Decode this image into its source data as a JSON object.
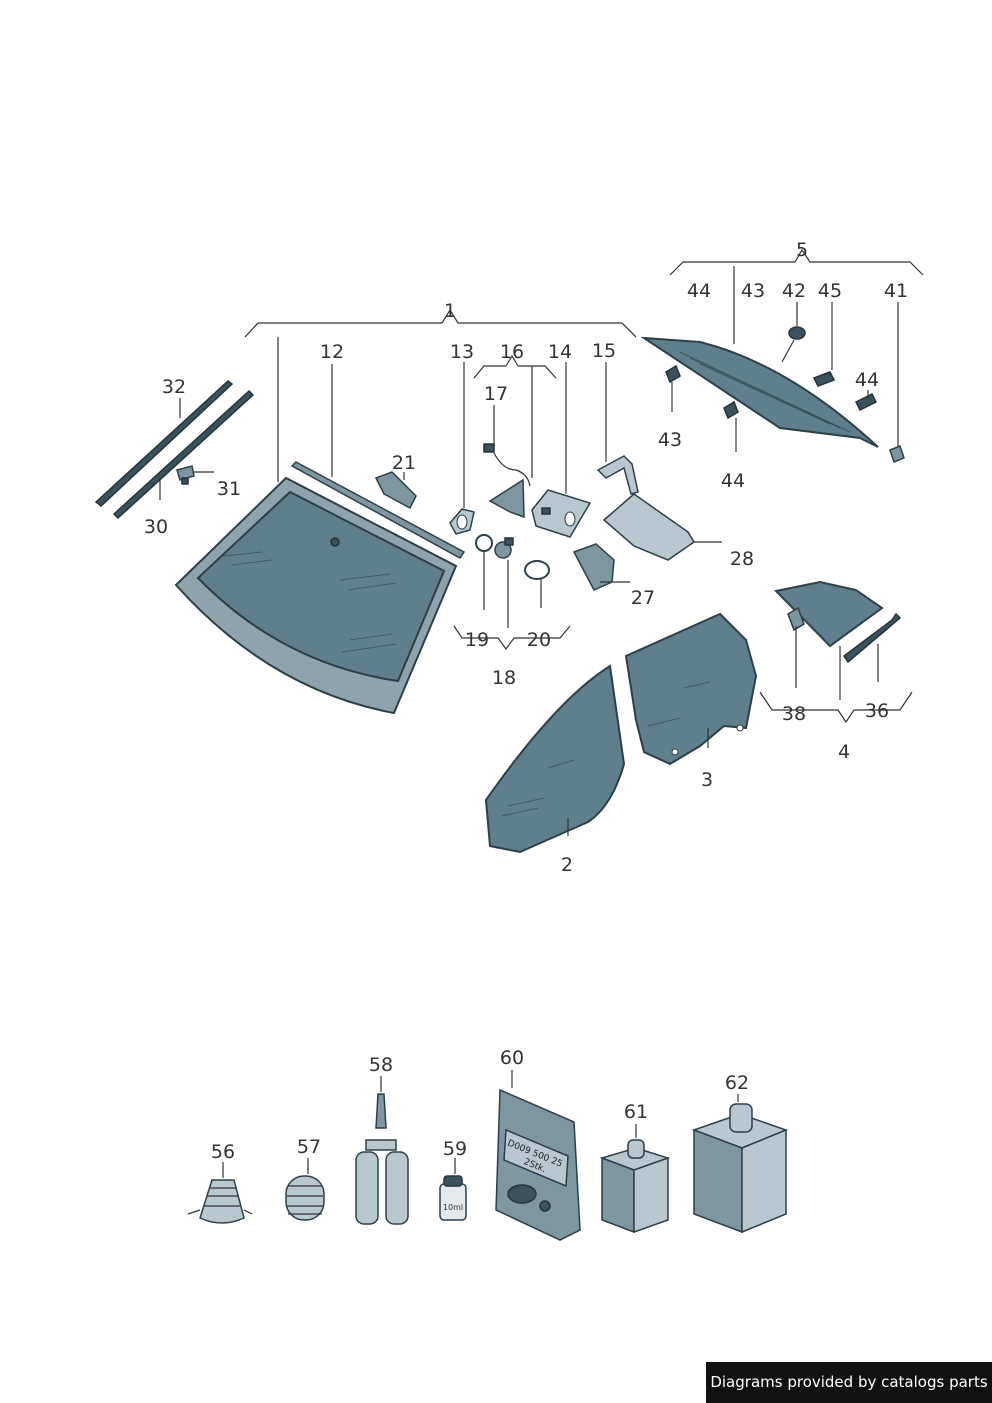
{
  "labels": {
    "l1": "1",
    "l2": "2",
    "l3": "3",
    "l4": "4",
    "l5": "5",
    "l12": "12",
    "l13": "13",
    "l14": "14",
    "l15": "15",
    "l16": "16",
    "l17": "17",
    "l18": "18",
    "l19": "19",
    "l20": "20",
    "l21": "21",
    "l27": "27",
    "l28": "28",
    "l30": "30",
    "l31": "31",
    "l32": "32",
    "l36": "36",
    "l38": "38",
    "l41": "41",
    "l42": "42",
    "l43a": "43",
    "l43b": "43",
    "l44a": "44",
    "l44b": "44",
    "l44c": "44",
    "l45": "45",
    "l56": "56",
    "l57": "57",
    "l58": "58",
    "l59": "59",
    "l60": "60",
    "l61": "61",
    "l62": "62"
  },
  "part_texts": {
    "bottle_volume": "10ml",
    "bag_line1": "D009 500 25",
    "bag_line2": "2Stk."
  },
  "footer": {
    "credit": "Diagrams provided by catalogs parts"
  },
  "colors": {
    "glass": "#5f7f8e",
    "outline": "#2d3f48",
    "footer_bg": "#111111"
  }
}
